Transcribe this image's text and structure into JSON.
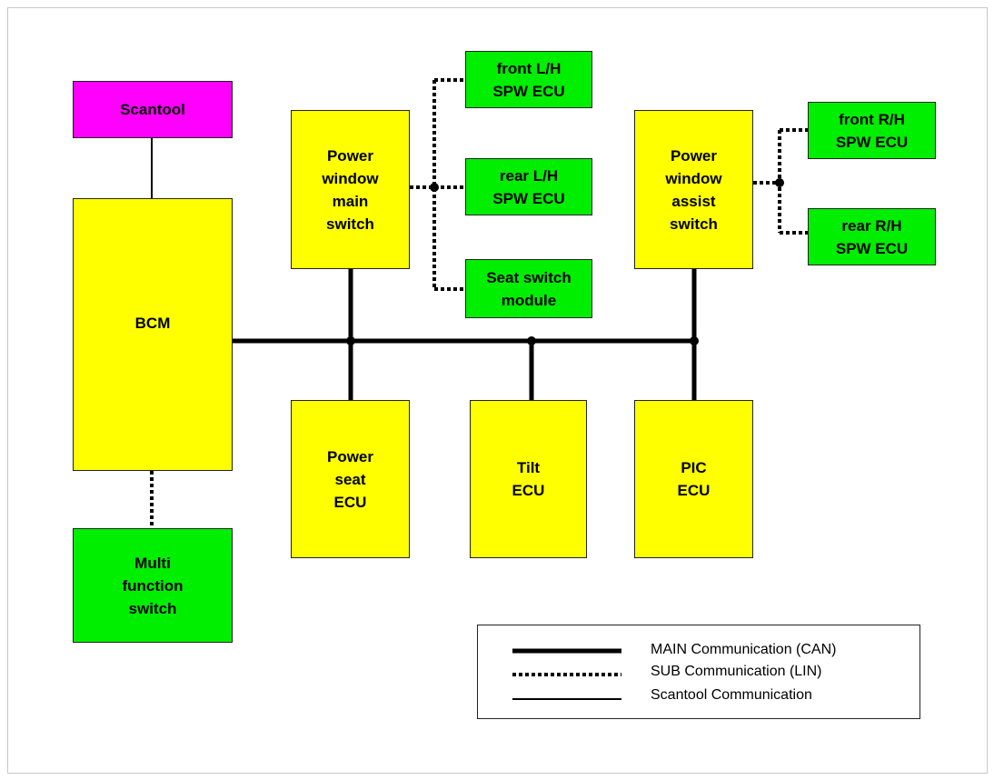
{
  "nodes": {
    "scantool": "Scantool",
    "bcm": "BCM",
    "multi_function_switch": "Multi\nfunction\nswitch",
    "power_window_main_switch": "Power\nwindow\nmain\nswitch",
    "power_window_assist_switch": "Power\nwindow\nassist\nswitch",
    "front_lh_spw_ecu": "front L/H\nSPW ECU",
    "rear_lh_spw_ecu": "rear L/H\nSPW ECU",
    "seat_switch_module": "Seat switch\nmodule",
    "front_rh_spw_ecu": "front R/H\nSPW ECU",
    "rear_rh_spw_ecu": "rear R/H\nSPW ECU",
    "power_seat_ecu": "Power\nseat\nECU",
    "tilt_ecu": "Tilt\nECU",
    "pic_ecu": "PIC\nECU"
  },
  "legend": {
    "main": "MAIN Communication (CAN)",
    "sub": "SUB Communication (LIN)",
    "scantool": "Scantool Communication"
  },
  "colors": {
    "ecu": "#ffff00",
    "sub_node": "#00ee00",
    "scantool": "#ff00ff"
  }
}
